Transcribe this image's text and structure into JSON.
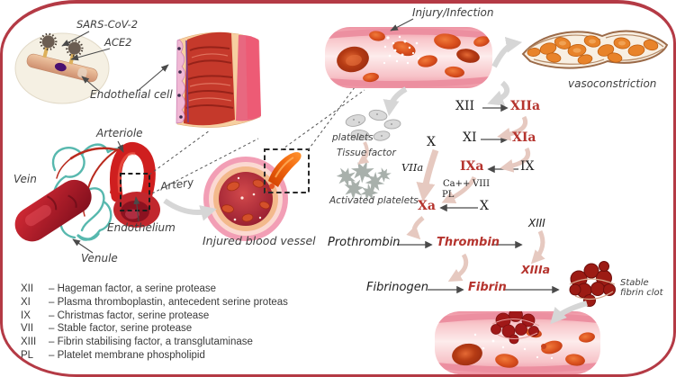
{
  "colors": {
    "frame": "#b43a45",
    "activated_factor": "#b5342e",
    "inactive_factor": "#1e1e1e",
    "label_text": "#3f3f3f",
    "pink_arrow": "#e6c9c0",
    "gray_arrow": "#d6d6d6",
    "capillary_teal": "#57b8ae",
    "artery_red": "#cf1f1f",
    "vein_dark_red": "#8c1322"
  },
  "inset": {
    "sars": "SARS-CoV-2",
    "ace2": "ACE2",
    "endothelial_cell": "Endothelial cell"
  },
  "vasculature": {
    "arteriole": "Arteriole",
    "vein": "Vein",
    "artery": "Artery",
    "endothelium": "Endothelium",
    "venule": "Venule",
    "injured_vessel": "Injured blood vessel"
  },
  "top_panel": {
    "injury": "Injury/Infection",
    "vasoconstriction": "vasoconstriction"
  },
  "platelet_panel": {
    "platelets": "platelets",
    "tissue": "Tissue",
    "factor": "factor",
    "activated": "Activated platelets"
  },
  "cascade": {
    "xii": "XII",
    "xiia": "XIIa",
    "xi": "XI",
    "xia": "XIa",
    "ix": "IX",
    "ixa": "IXa",
    "x_intrinsic": "X",
    "x_common": "X",
    "xa": "Xa",
    "viia": "VIIa",
    "ca": "Ca++",
    "viii": "VIII",
    "pl": "PL",
    "xiii": "XIII",
    "xiiia": "XIIIa",
    "prothrombin": "Prothrombin",
    "thrombin": "Thrombin",
    "fibrinogen": "Fibrinogen",
    "fibrin": "Fibrin",
    "stable_clot": "Stable fibrin clot"
  },
  "legend": {
    "items": [
      {
        "code": "XII",
        "desc": "– Hageman factor, a serine protease"
      },
      {
        "code": "XI",
        "desc": "– Plasma thromboplastin, antecedent serine proteas"
      },
      {
        "code": "IX",
        "desc": "– Christmas factor, serine protease"
      },
      {
        "code": "VII",
        "desc": "– Stable factor, serine protease"
      },
      {
        "code": "XIII",
        "desc": "– Fibrin stabilising factor, a transglutaminase"
      },
      {
        "code": "PL",
        "desc": "–  Platelet membrane phospholipid"
      }
    ]
  }
}
